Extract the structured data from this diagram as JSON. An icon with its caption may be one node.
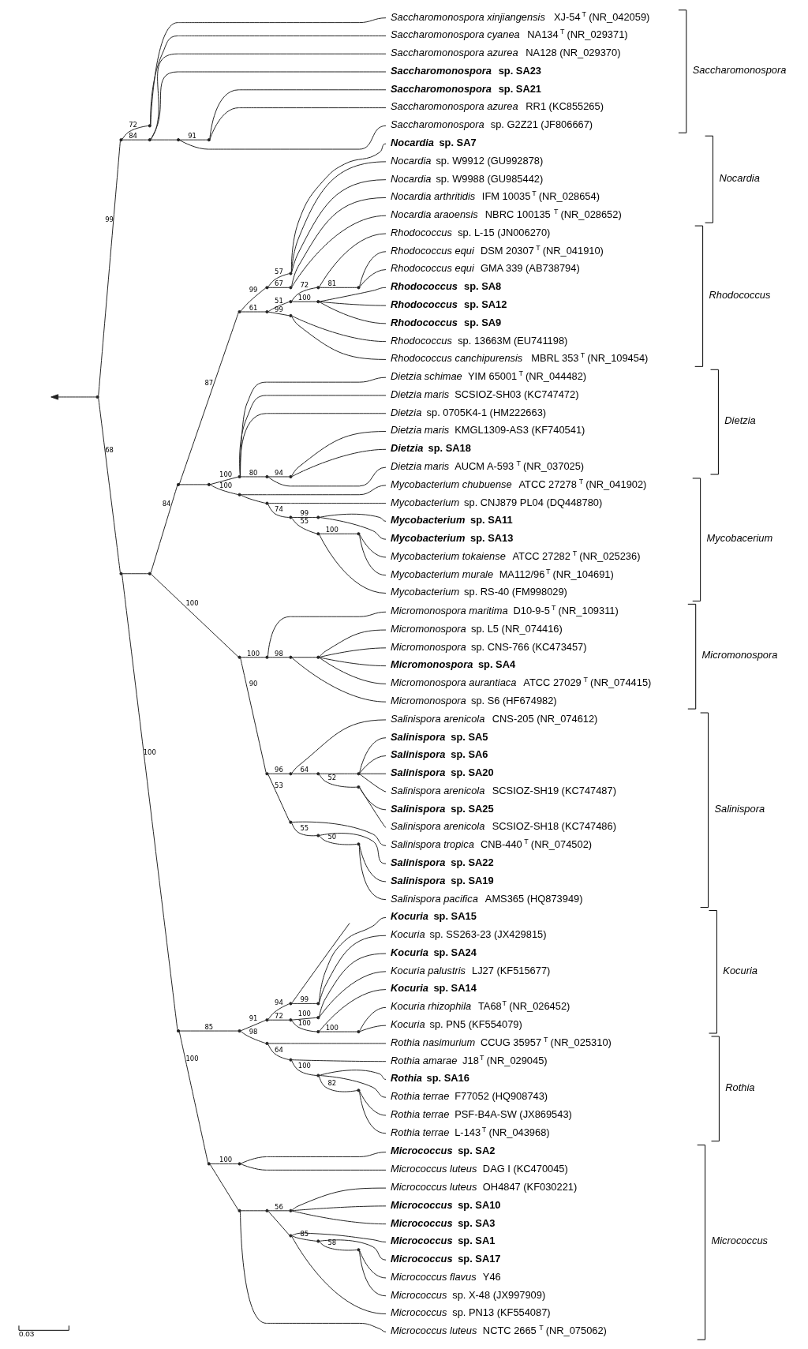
{
  "diagram": {
    "nodes": [
      {
        "text": [
          "*Saccharomonospora xinjiangensis* XJ-54$^{T}$ (NR_042059)"
        ]
      },
      {
        "text": [
          "*Saccharomonospora cyanea* NA134$^{T}$ (NR_029371)"
        ]
      },
      {
        "text": [
          "*Saccharomonospora azurea* NA128 (NR_029370)"
        ]
      },
      {
        "text": [
          "***Saccharomonospora* sp. SA23**"
        ]
      },
      {
        "text": [
          "***Saccharomonospora* sp. SA21**"
        ]
      },
      {
        "text": [
          "*Saccharomonospora azurea* RR1 (KC855265)"
        ]
      },
      {
        "text": [
          "*Saccharomonospora* sp. G2Z21 (JF806667)"
        ]
      },
      {
        "text": [
          "***Nocardia* sp. SA7**"
        ]
      },
      {
        "text": [
          "*Nocardia* sp. W9912 (GU992878)"
        ]
      },
      {
        "text": [
          "*Nocardia* sp. W9988 (GU985442)"
        ]
      },
      {
        "text": [
          "*Nocardia arthritidis* IFM 10035$^{T}$ (NR_028654)"
        ]
      },
      {
        "text": [
          "*Nocardia araoensis* NBRC 100135$^{T}$ (NR_028652)"
        ]
      },
      {
        "text": [
          "*Rhodococcus* sp. L-15 (JN006270)"
        ]
      },
      {
        "text": [
          "*Rhodococcus equi* DSM 20307$^{T}$ (NR_041910)"
        ]
      },
      {
        "text": [
          "*Rhodococcus equi* GMA 339 (AB738794)"
        ]
      },
      {
        "text": [
          "***Rhodococcus* sp. SA8**"
        ]
      },
      {
        "text": [
          "***Rhodococcus* sp. SA12**"
        ]
      },
      {
        "text": [
          "***Rhodococcus* sp. SA9**"
        ]
      },
      {
        "text": [
          "*Rhodococcus* sp. 13663M (EU741198)"
        ]
      },
      {
        "text": [
          "*Rhodococcus canchipurensis* MBRL 353$^{T}$ (NR_109454)"
        ]
      },
      {
        "text": [
          "*Dietzia schimae* YIM 65001$^{T}$ (NR_044482)"
        ]
      },
      {
        "text": [
          "*Dietzia maris* SCSIOZ-SH03 (KC747472)"
        ]
      },
      {
        "text": [
          "*Dietzia* sp. 0705K4-1 (HM222663)"
        ]
      },
      {
        "text": [
          "*Dietzia maris* KMGL1309-AS3 (KF740541)"
        ]
      },
      {
        "text": [
          "***Dietzia* sp. SA18**"
        ]
      },
      {
        "text": [
          "*Dietzia maris* AUCM A-593$^{T}$ (NR_037025)"
        ]
      },
      {
        "text": [
          "*Mycobacterium chubuense* ATCC 27278$^{T}$ (NR_041902)"
        ]
      },
      {
        "text": [
          "*Mycobacterium* sp. CNJ879 PL04 (DQ448780)"
        ]
      },
      {
        "text": [
          "***Mycobacterium* sp. SA11**"
        ]
      },
      {
        "text": [
          "***Mycobacterium* sp. SA13**"
        ]
      },
      {
        "text": [
          "*Mycobacterium tokaiense* ATCC 27282$^{T}$ (NR_025236)"
        ]
      },
      {
        "text": [
          "*Mycobacterium murale* MA112/96$^{T}$ (NR_104691)"
        ]
      },
      {
        "text": [
          "*Mycobacterium* sp. RS-40 (FM998029)"
        ]
      },
      {
        "text": [
          "*Micromonospora maritima* D10-9-5$^{T}$ (NR_109311)"
        ]
      },
      {
        "text": [
          "*Micromonospora* sp. L5 (NR_074416)"
        ]
      },
      {
        "text": [
          "*Micromonospora* sp. CNS-766 (KC473457)"
        ]
      },
      {
        "text": [
          "***Micromonospora* sp. SA4**"
        ]
      },
      {
        "text": [
          "*Micromonospora aurantiaca* ATCC 27029$^{T}$ (NR_074415)"
        ]
      },
      {
        "text": [
          "*Micromonospora* sp. S6 (HF674982)"
        ]
      },
      {
        "text": [
          "*Salinispora arenicola* CNS-205 (NR_074612)"
        ]
      },
      {
        "text": [
          "***Salinispora* sp. SA5**"
        ]
      },
      {
        "text": [
          "***Salinispora* sp. SA6**"
        ]
      },
      {
        "text": [
          "***Salinispora* sp. SA20**"
        ]
      },
      {
        "text": [
          "*Salinispora arenicola* SCSIOZ-SH19 (KC747487)"
        ]
      },
      {
        "text": [
          "***Salinispora* sp. SA25**"
        ]
      },
      {
        "text": [
          "*Salinispora arenicola* SCSIOZ-SH18 (KC747486)"
        ]
      },
      {
        "text": [
          "*Salinispora tropica* CNB-440$^{T}$ (NR_074502)"
        ]
      },
      {
        "text": [
          "***Salinispora* sp. SA22**"
        ]
      },
      {
        "text": [
          "***Salinispora* sp. SA19**"
        ]
      },
      {
        "text": [
          "*Salinispora pacifica* AMS365 (HQ873949)"
        ]
      },
      {
        "text": [
          "***Kocuria* sp. SA15**"
        ]
      },
      {
        "text": [
          "*Kocuria* sp. SS263-23 (JX429815)"
        ]
      },
      {
        "text": [
          "***Kocuria* sp. SA24**"
        ]
      },
      {
        "text": [
          "*Kocuria palustris* LJ27 (KF515677)"
        ]
      },
      {
        "text": [
          "***Kocuria* sp. SA14**"
        ]
      },
      {
        "text": [
          "*Kocuria rhizophila* TA68$^{T}$ (NR_026452)"
        ]
      },
      {
        "text": [
          "*Kocuria* sp. PN5 (KF554079)"
        ]
      },
      {
        "text": [
          "*Rothia nasimurium* CCUG 35957$^{T}$ (NR_025310)"
        ]
      },
      {
        "text": [
          "*Rothia amarae* J18$^{T}$ (NR_029045)"
        ]
      },
      {
        "text": [
          "***Rothia* sp. SA16**"
        ]
      },
      {
        "text": [
          "*Rothia terrae* F77052 (HQ908743)"
        ]
      },
      {
        "text": [
          "*Rothia terrae* PSF-B4A-SW (JX869543)"
        ]
      },
      {
        "text": [
          "*Rothia terrae* L-143$^{T}$ (NR_043968)"
        ]
      },
      {
        "text": [
          "***Micrococcus* sp. SA2**"
        ]
      },
      {
        "text": [
          "*Micrococcus luteus* DAG I (KC470045)"
        ]
      },
      {
        "text": [
          "*Micrococcus luteus* OH4847 (KF030221)"
        ]
      },
      {
        "text": [
          "***Micrococcus* sp. SA10**"
        ]
      },
      {
        "text": [
          "***Micrococcus* sp. SA3**"
        ]
      },
      {
        "text": [
          "***Micrococcus* sp. SA1**"
        ]
      },
      {
        "text": [
          "***Micrococcus* sp. SA17**"
        ]
      },
      {
        "text": [
          "*Micrococcus flavus* Y46"
        ]
      },
      {
        "text": [
          "*Micrococcus* sp. X-48 (JX997909)"
        ]
      },
      {
        "text": [
          "*Micrococcus* sp. PN13 (KF554087)"
        ]
      },
      {
        "text": [
          "*Micrococcus luteus* NCTC 2665$^{T}$ (NR_075062)"
        ]
      },
      {
        "text": [],
        "shape": "point"
      },
      {
        "text": [],
        "shape": "point"
      },
      {
        "text": [],
        "shape": "point"
      },
      {
        "text": [],
        "shape": "point"
      },
      {
        "text": [],
        "shape": "point"
      },
      {
        "text": [],
        "shape": "point"
      },
      {
        "text": [],
        "shape": "point"
      },
      {
        "text": [],
        "shape": "point"
      },
      {
        "text": [],
        "shape": "point"
      },
      {
        "text": [],
        "shape": "point"
      },
      {
        "text": [],
        "shape": "point"
      },
      {
        "text": [],
        "shape": "point"
      },
      {
        "text": [],
        "shape": "point"
      },
      {
        "text": [],
        "shape": "point"
      },
      {
        "text": [],
        "shape": "point"
      },
      {
        "text": [],
        "shape": "point"
      },
      {
        "text": [],
        "shape": "point"
      },
      {
        "text": [],
        "shape": "point"
      },
      {
        "text": [],
        "shape": "point"
      },
      {
        "text": [],
        "shape": "point"
      },
      {
        "text": [],
        "shape": "point"
      },
      {
        "text": [],
        "shape": "point"
      },
      {
        "text": [],
        "shape": "point"
      },
      {
        "text": [],
        "shape": "point"
      },
      {
        "text": [],
        "shape": "point"
      },
      {
        "text": [],
        "shape": "point"
      },
      {
        "text": [],
        "shape": "point"
      },
      {
        "text": [],
        "shape": "point"
      },
      {
        "text": [],
        "shape": "point"
      },
      {
        "text": [],
        "shape": "point"
      },
      {
        "text": [],
        "shape": "point"
      },
      {
        "text": [],
        "shape": "point"
      },
      {
        "text": [],
        "shape": "point"
      },
      {
        "text": [],
        "shape": "point"
      },
      {
        "text": [],
        "shape": "point"
      },
      {
        "text": [],
        "shape": "point"
      },
      {
        "text": [],
        "shape": "point"
      },
      {
        "text": [],
        "shape": "point"
      },
      {
        "text": [],
        "shape": "point"
      },
      {
        "text": [],
        "shape": "point"
      },
      {
        "text": [],
        "shape": "point"
      },
      {
        "text": [],
        "shape": "point"
      },
      {
        "text": [],
        "shape": "point"
      },
      {
        "text": [],
        "shape": "point"
      },
      {
        "text": [],
        "shape": "point"
      },
      {
        "text": [],
        "shape": "point"
      },
      {
        "text": [],
        "shape": "point"
      },
      {
        "text": [],
        "shape": "point"
      },
      {
        "text": [],
        "shape": "point"
      },
      {
        "text": [],
        "shape": "point"
      },
      {
        "text": [],
        "shape": "point"
      },
      {
        "text": [],
        "shape": "point"
      },
      {
        "text": [],
        "shape": "point"
      },
      {
        "text": [],
        "shape": "point"
      },
      {
        "text": [],
        "shape": "point"
      },
      {
        "text": [],
        "shape": "point"
      },
      {
        "text": [],
        "shape": "point"
      },
      {
        "text": [],
        "shape": "point"
      },
      {
        "text": [],
        "shape": "point"
      },
      {
        "text": [],
        "shape": "point"
      },
      {
        "text": [],
        "shape": "point"
      },
      {
        "text": [],
        "shape": "point"
      }
    ],
    "edges": [
      {
        "from": 74,
        "to": null,
        "arrow": "to"
      },
      {
        "from": 74,
        "to": 75,
        "arrow": "none",
        "label": "99"
      },
      {
        "from": 75,
        "to": 76,
        "arrow": "none",
        "label": "72"
      },
      {
        "from": 76,
        "to": 0,
        "arrow": "none"
      },
      {
        "from": 76,
        "to": 1,
        "arrow": "none"
      },
      {
        "from": 75,
        "to": 77,
        "arrow": "none",
        "label": "84"
      },
      {
        "from": 77,
        "to": 2,
        "arrow": "none"
      },
      {
        "from": 77,
        "to": 3,
        "arrow": "none"
      },
      {
        "from": 77,
        "to": 78,
        "arrow": "none"
      },
      {
        "from": 78,
        "to": 79,
        "arrow": "none",
        "label": "91"
      },
      {
        "from": 79,
        "to": 4,
        "arrow": "none"
      },
      {
        "from": 79,
        "to": 5,
        "arrow": "none"
      },
      {
        "from": 78,
        "to": 6,
        "arrow": "none"
      },
      {
        "from": 74,
        "to": 80,
        "arrow": "none",
        "label": "68"
      },
      {
        "from": 80,
        "to": 81,
        "arrow": "none"
      },
      {
        "from": 81,
        "to": 82,
        "arrow": "none",
        "label": "84"
      },
      {
        "from": 82,
        "to": 83,
        "arrow": "none",
        "label": "87"
      },
      {
        "from": 83,
        "to": 84,
        "arrow": "none",
        "label": "99"
      },
      {
        "from": 84,
        "to": 85,
        "arrow": "none",
        "label": "57"
      },
      {
        "from": 85,
        "to": 7,
        "arrow": "none"
      },
      {
        "from": 85,
        "to": 8,
        "arrow": "none"
      },
      {
        "from": 85,
        "to": 9,
        "arrow": "none"
      },
      {
        "from": 84,
        "to": 86,
        "arrow": "none",
        "label": "67"
      },
      {
        "from": 86,
        "to": 10,
        "arrow": "none"
      },
      {
        "from": 86,
        "to": 11,
        "arrow": "none"
      },
      {
        "from": 83,
        "to": 87,
        "arrow": "none",
        "label": "61"
      },
      {
        "from": 87,
        "to": 88,
        "arrow": "none",
        "label": "51"
      },
      {
        "from": 88,
        "to": 89,
        "arrow": "none",
        "label": "72"
      },
      {
        "from": 89,
        "to": 12,
        "arrow": "none"
      },
      {
        "from": 89,
        "to": 90,
        "arrow": "none",
        "label": "81"
      },
      {
        "from": 90,
        "to": 13,
        "arrow": "none"
      },
      {
        "from": 90,
        "to": 14,
        "arrow": "none"
      },
      {
        "from": 88,
        "to": 91,
        "arrow": "none",
        "label": "100"
      },
      {
        "from": 91,
        "to": 15,
        "arrow": "none"
      },
      {
        "from": 91,
        "to": 16,
        "arrow": "none"
      },
      {
        "from": 91,
        "to": 17,
        "arrow": "none"
      },
      {
        "from": 87,
        "to": 92,
        "arrow": "none",
        "label": "99"
      },
      {
        "from": 92,
        "to": 18,
        "arrow": "none"
      },
      {
        "from": 92,
        "to": 19,
        "arrow": "none"
      },
      {
        "from": 82,
        "to": 93,
        "arrow": "none"
      },
      {
        "from": 93,
        "to": 94,
        "arrow": "none",
        "label": "100"
      },
      {
        "from": 94,
        "to": 20,
        "arrow": "none"
      },
      {
        "from": 94,
        "to": 21,
        "arrow": "none"
      },
      {
        "from": 94,
        "to": 22,
        "arrow": "none"
      },
      {
        "from": 94,
        "to": 95,
        "arrow": "none",
        "label": "80"
      },
      {
        "from": 95,
        "to": 96,
        "arrow": "none",
        "label": "94"
      },
      {
        "from": 96,
        "to": 23,
        "arrow": "none"
      },
      {
        "from": 96,
        "to": 24,
        "arrow": "none"
      },
      {
        "from": 95,
        "to": 25,
        "arrow": "none"
      },
      {
        "from": 93,
        "to": 97,
        "arrow": "none",
        "label": "100"
      },
      {
        "from": 97,
        "to": 26,
        "arrow": "none"
      },
      {
        "from": 97,
        "to": 98,
        "arrow": "none"
      },
      {
        "from": 98,
        "to": 27,
        "arrow": "none"
      },
      {
        "from": 98,
        "to": 99,
        "arrow": "none",
        "label": "74"
      },
      {
        "from": 99,
        "to": 100,
        "arrow": "none",
        "label": "99"
      },
      {
        "from": 100,
        "to": 28,
        "arrow": "none"
      },
      {
        "from": 100,
        "to": 29,
        "arrow": "none"
      },
      {
        "from": 99,
        "to": 101,
        "arrow": "none",
        "label": "55"
      },
      {
        "from": 101,
        "to": 102,
        "arrow": "none",
        "label": "100"
      },
      {
        "from": 102,
        "to": 30,
        "arrow": "none"
      },
      {
        "from": 102,
        "to": 31,
        "arrow": "none"
      },
      {
        "from": 101,
        "to": 32,
        "arrow": "none"
      },
      {
        "from": 81,
        "to": 103,
        "arrow": "none",
        "label": "100"
      },
      {
        "from": 103,
        "to": 104,
        "arrow": "none",
        "label": "100"
      },
      {
        "from": 104,
        "to": 33,
        "arrow": "none"
      },
      {
        "from": 104,
        "to": 105,
        "arrow": "none",
        "label": "98"
      },
      {
        "from": 105,
        "to": 106,
        "arrow": "none"
      },
      {
        "from": 106,
        "to": 34,
        "arrow": "none"
      },
      {
        "from": 106,
        "to": 35,
        "arrow": "none"
      },
      {
        "from": 106,
        "to": 36,
        "arrow": "none"
      },
      {
        "from": 106,
        "to": 37,
        "arrow": "none"
      },
      {
        "from": 105,
        "to": 38,
        "arrow": "none"
      },
      {
        "from": 103,
        "to": 107,
        "arrow": "none",
        "label": "90"
      },
      {
        "from": 107,
        "to": 108,
        "arrow": "none",
        "label": "96"
      },
      {
        "from": 108,
        "to": 39,
        "arrow": "none"
      },
      {
        "from": 108,
        "to": 109,
        "arrow": "none",
        "label": "64"
      },
      {
        "from": 109,
        "to": 110,
        "arrow": "none"
      },
      {
        "from": 110,
        "to": 40,
        "arrow": "none"
      },
      {
        "from": 110,
        "to": 41,
        "arrow": "none"
      },
      {
        "from": 110,
        "to": 42,
        "arrow": "none"
      },
      {
        "from": 110,
        "to": 43,
        "arrow": "none"
      },
      {
        "from": 109,
        "to": 111,
        "arrow": "none",
        "label": "52"
      },
      {
        "from": 111,
        "to": 44,
        "arrow": "none"
      },
      {
        "from": 111,
        "to": 45,
        "arrow": "none"
      },
      {
        "from": 107,
        "to": 112,
        "arrow": "none",
        "label": "53"
      },
      {
        "from": 112,
        "to": 46,
        "arrow": "none"
      },
      {
        "from": 112,
        "to": 113,
        "arrow": "none",
        "label": "55"
      },
      {
        "from": 113,
        "to": 47,
        "arrow": "none"
      },
      {
        "from": 113,
        "to": 114,
        "arrow": "none",
        "label": "50"
      },
      {
        "from": 114,
        "to": 48,
        "arrow": "none"
      },
      {
        "from": 114,
        "to": 49,
        "arrow": "none"
      },
      {
        "from": 80,
        "to": 115,
        "arrow": "none",
        "label": "100"
      },
      {
        "from": 115,
        "to": 116,
        "arrow": "none",
        "label": "85"
      },
      {
        "from": 116,
        "to": 117,
        "arrow": "none",
        "label": "91"
      },
      {
        "from": 117,
        "to": 118,
        "arrow": "none",
        "label": "94"
      },
      {
        "from": 118,
        "to": null,
        "arrow": "none"
      },
      {
        "from": 118,
        "to": 119,
        "arrow": "none",
        "label": "99"
      },
      {
        "from": 119,
        "to": 50,
        "arrow": "none"
      },
      {
        "from": 119,
        "to": 51,
        "arrow": "none"
      },
      {
        "from": 117,
        "to": 120,
        "arrow": "none",
        "label": "72"
      },
      {
        "from": 120,
        "to": 121,
        "arrow": "none",
        "label": "100"
      },
      {
        "from": 121,
        "to": 52,
        "arrow": "none"
      },
      {
        "from": 121,
        "to": 53,
        "arrow": "none"
      },
      {
        "from": 120,
        "to": 122,
        "arrow": "none",
        "label": "100"
      },
      {
        "from": 122,
        "to": 54,
        "arrow": "none"
      },
      {
        "from": 122,
        "to": 123,
        "arrow": "none",
        "label": "100"
      },
      {
        "from": 123,
        "to": 55,
        "arrow": "none"
      },
      {
        "from": 123,
        "to": 56,
        "arrow": "none"
      },
      {
        "from": 116,
        "to": 124,
        "arrow": "none",
        "label": "98"
      },
      {
        "from": 124,
        "to": 57,
        "arrow": "none"
      },
      {
        "from": 124,
        "to": 125,
        "arrow": "none",
        "label": "64"
      },
      {
        "from": 125,
        "to": 58,
        "arrow": "none"
      },
      {
        "from": 125,
        "to": 126,
        "arrow": "none",
        "label": "100"
      },
      {
        "from": 126,
        "to": 59,
        "arrow": "none"
      },
      {
        "from": 126,
        "to": 60,
        "arrow": "none"
      },
      {
        "from": 126,
        "to": 127,
        "arrow": "none",
        "label": "82"
      },
      {
        "from": 127,
        "to": 61,
        "arrow": "none"
      },
      {
        "from": 127,
        "to": 62,
        "arrow": "none"
      },
      {
        "from": 115,
        "to": 128,
        "arrow": "none",
        "label": "100"
      },
      {
        "from": 128,
        "to": 129,
        "arrow": "none",
        "label": "100"
      },
      {
        "from": 129,
        "to": 63,
        "arrow": "none"
      },
      {
        "from": 129,
        "to": 64,
        "arrow": "none"
      },
      {
        "from": 128,
        "to": 130,
        "arrow": "none"
      },
      {
        "from": 130,
        "to": 131,
        "arrow": "none"
      },
      {
        "from": 131,
        "to": 132,
        "arrow": "none",
        "label": "56"
      },
      {
        "from": 132,
        "to": 65,
        "arrow": "none"
      },
      {
        "from": 132,
        "to": 66,
        "arrow": "none"
      },
      {
        "from": 132,
        "to": 67,
        "arrow": "none"
      },
      {
        "from": 131,
        "to": 133,
        "arrow": "none"
      },
      {
        "from": 133,
        "to": 68,
        "arrow": "none"
      },
      {
        "from": 133,
        "to": 134,
        "arrow": "none",
        "label": "85"
      },
      {
        "from": 134,
        "to": 69,
        "arrow": "none"
      },
      {
        "from": 134,
        "to": 135,
        "arrow": "none",
        "label": "58"
      },
      {
        "from": 135,
        "to": 70,
        "arrow": "none"
      },
      {
        "from": 135,
        "to": 71,
        "arrow": "none"
      },
      {
        "from": 133,
        "to": 72,
        "arrow": "none"
      },
      {
        "from": 130,
        "to": 73,
        "arrow": "none"
      }
    ],
    "labels": [
      "Saccharomonospora",
      "Nocardia",
      "Rhodococcus",
      "Dietzia",
      "Mycobacerium",
      "Micromonospora",
      "Salinispora",
      "Kocuria",
      "Rothia",
      "Micrococcus",
      "0.03"
    ]
  }
}
